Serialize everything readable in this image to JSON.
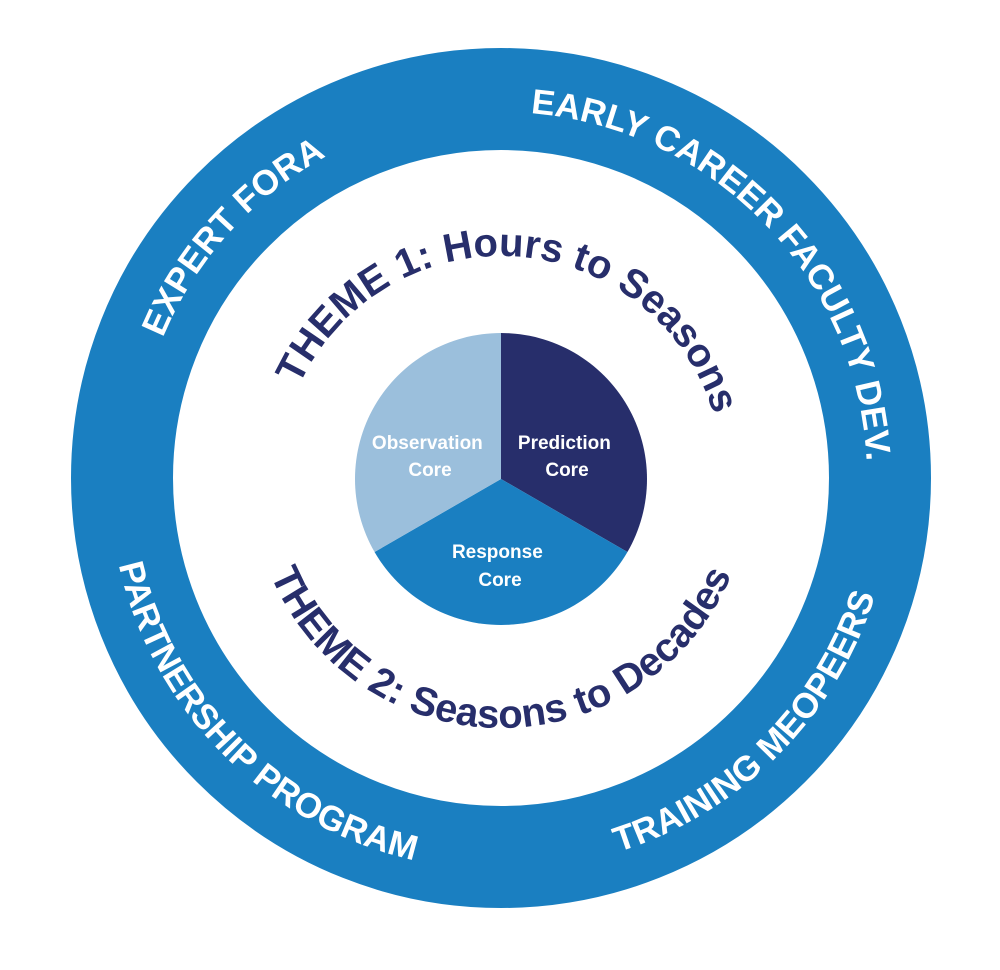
{
  "colors": {
    "ring": "#1a7fc1",
    "prediction": "#272e6b",
    "response": "#1a7fc1",
    "observation": "#9bbfdc",
    "theme_text": "#272e6b"
  },
  "ring_labels": {
    "expert_fora": "EXPERT FORA",
    "early_career": "EARLY CAREER FACULTY DEV.",
    "partnership": "PARTNERSHIP PROGRAM",
    "training": "TRAINING MEOPEERS"
  },
  "themes": {
    "theme1": "THEME 1: Hours to Seasons",
    "theme2": "THEME 2: Seasons to Decades"
  },
  "cores": {
    "observation": [
      "Observation",
      "Core"
    ],
    "prediction": [
      "Prediction",
      "Core"
    ],
    "response": [
      "Response",
      "Core"
    ]
  }
}
